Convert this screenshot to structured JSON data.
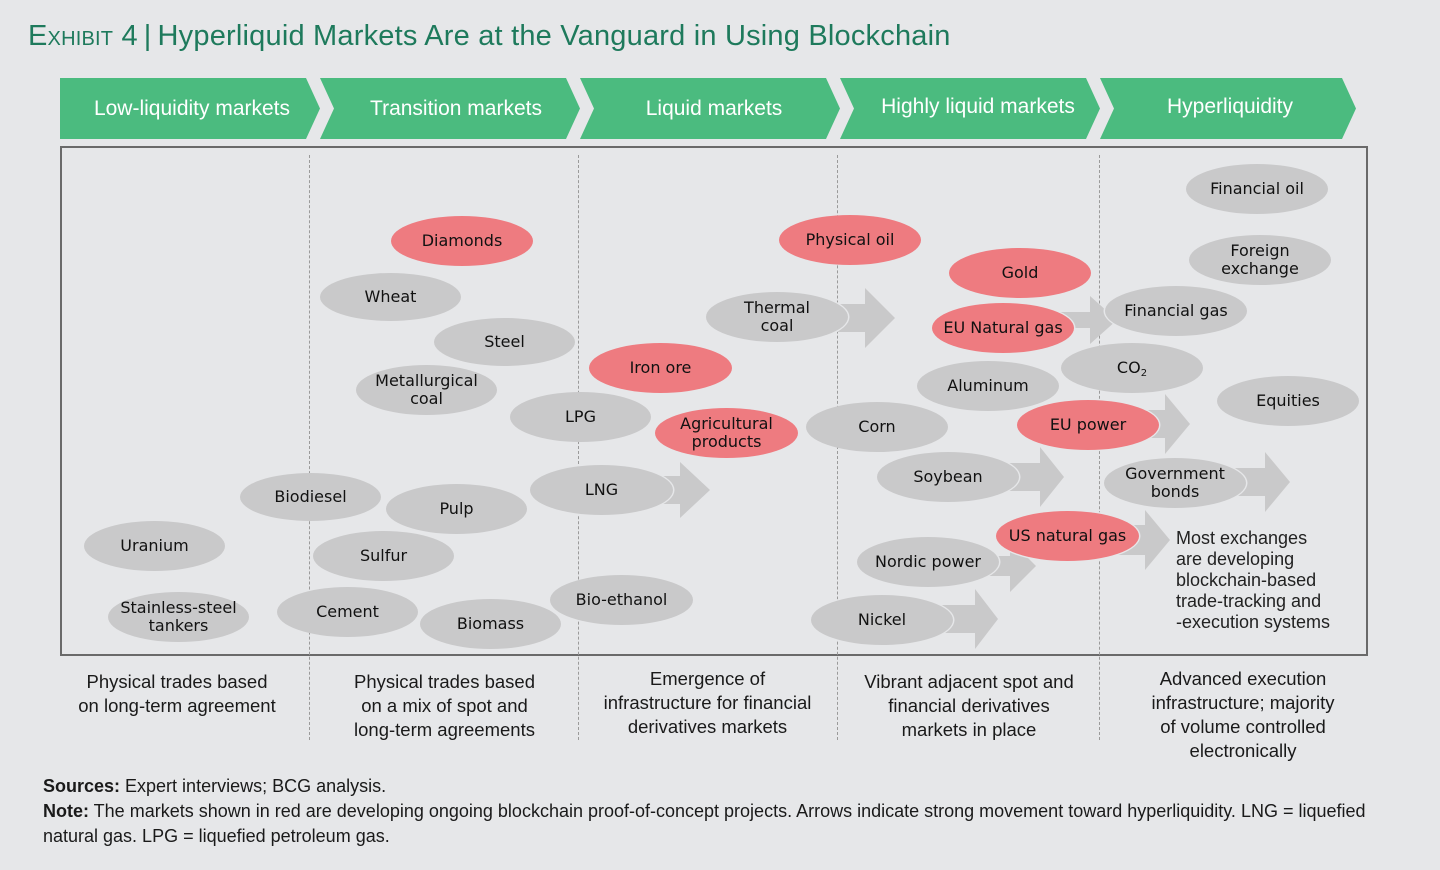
{
  "title": {
    "exhibit": "Exhibit 4",
    "separator": "|",
    "text": "Hyperliquid Markets Are at the Vanguard in Using Blockchain"
  },
  "colors": {
    "stage_green": "#4bbb7f",
    "title_green": "#1e7a5c",
    "pilot_red": "#ee7b80",
    "market_gray": "#c9c9ca",
    "arrow_gray": "#c9c9ca",
    "background": "#e6e7e9"
  },
  "stages": [
    {
      "label": "Low-liquidity markets",
      "description": "Physical trades based on long-term agreement"
    },
    {
      "label": "Transition markets",
      "description": "Physical trades based on a mix of spot and long-term agreements"
    },
    {
      "label": "Liquid markets",
      "description": "Emergence of infrastructure for financial derivatives markets"
    },
    {
      "label": "Highly liquid markets",
      "description": "Vibrant adjacent spot and financial derivatives markets in place"
    },
    {
      "label": "Hyperliquidity",
      "description": "Advanced execution infrastructure; majority of volume controlled electronically"
    }
  ],
  "descriptions": {
    "s0": [
      "Physical trades based",
      "on long-term agreement"
    ],
    "s1": [
      "Physical trades based",
      "on a mix of spot and",
      "long-term agreements"
    ],
    "s2": [
      "Emergence of",
      "infrastructure for financial",
      "derivatives markets"
    ],
    "s3": [
      "Vibrant adjacent spot and",
      "financial derivatives",
      "markets in place"
    ],
    "s4": [
      "Advanced execution",
      "infrastructure; majority",
      "of volume controlled",
      "electronically"
    ]
  },
  "markets": [
    {
      "name": "Uranium",
      "stage": "Low-liquidity markets",
      "blockchain_pilot": false,
      "arrow": false
    },
    {
      "name": "Stainless-steel tankers",
      "stage": "Low-liquidity markets",
      "blockchain_pilot": false,
      "arrow": false
    },
    {
      "name": "Biodiesel",
      "stage": "Low-liquidity / Transition",
      "blockchain_pilot": false,
      "arrow": false
    },
    {
      "name": "Cement",
      "stage": "Low-liquidity / Transition",
      "blockchain_pilot": false,
      "arrow": false
    },
    {
      "name": "Diamonds",
      "stage": "Transition markets",
      "blockchain_pilot": true,
      "arrow": false
    },
    {
      "name": "Wheat",
      "stage": "Transition markets",
      "blockchain_pilot": false,
      "arrow": false
    },
    {
      "name": "Steel",
      "stage": "Transition markets",
      "blockchain_pilot": false,
      "arrow": false
    },
    {
      "name": "Metallurgical coal",
      "stage": "Transition markets",
      "blockchain_pilot": false,
      "arrow": false
    },
    {
      "name": "Pulp",
      "stage": "Transition markets",
      "blockchain_pilot": false,
      "arrow": false
    },
    {
      "name": "Sulfur",
      "stage": "Transition markets",
      "blockchain_pilot": false,
      "arrow": false
    },
    {
      "name": "Biomass",
      "stage": "Transition markets",
      "blockchain_pilot": false,
      "arrow": false
    },
    {
      "name": "LPG",
      "stage": "Transition / Liquid",
      "blockchain_pilot": false,
      "arrow": false
    },
    {
      "name": "LNG",
      "stage": "Transition / Liquid",
      "blockchain_pilot": false,
      "arrow": true
    },
    {
      "name": "Bio-ethanol",
      "stage": "Transition / Liquid",
      "blockchain_pilot": false,
      "arrow": false
    },
    {
      "name": "Iron ore",
      "stage": "Liquid markets",
      "blockchain_pilot": true,
      "arrow": false
    },
    {
      "name": "Agricultural products",
      "stage": "Liquid markets",
      "blockchain_pilot": true,
      "arrow": false
    },
    {
      "name": "Thermal coal",
      "stage": "Liquid markets",
      "blockchain_pilot": false,
      "arrow": true
    },
    {
      "name": "Physical oil",
      "stage": "Liquid / Highly liquid",
      "blockchain_pilot": true,
      "arrow": false
    },
    {
      "name": "Corn",
      "stage": "Liquid / Highly liquid",
      "blockchain_pilot": false,
      "arrow": false
    },
    {
      "name": "Nickel",
      "stage": "Liquid / Highly liquid",
      "blockchain_pilot": false,
      "arrow": true
    },
    {
      "name": "Gold",
      "stage": "Highly liquid markets",
      "blockchain_pilot": true,
      "arrow": false
    },
    {
      "name": "EU Natural gas",
      "stage": "Highly liquid markets",
      "blockchain_pilot": true,
      "arrow": true
    },
    {
      "name": "Aluminum",
      "stage": "Highly liquid markets",
      "blockchain_pilot": false,
      "arrow": false
    },
    {
      "name": "Soybean",
      "stage": "Highly liquid markets",
      "blockchain_pilot": false,
      "arrow": true
    },
    {
      "name": "Nordic power",
      "stage": "Highly liquid markets",
      "blockchain_pilot": false,
      "arrow": true
    },
    {
      "name": "EU power",
      "stage": "Highly liquid / Hyperliquidity",
      "blockchain_pilot": true,
      "arrow": true
    },
    {
      "name": "US natural gas",
      "stage": "Highly liquid / Hyperliquidity",
      "blockchain_pilot": true,
      "arrow": true
    },
    {
      "name": "CO2",
      "stage": "Highly liquid / Hyperliquidity",
      "blockchain_pilot": false,
      "arrow": false
    },
    {
      "name": "Financial gas",
      "stage": "Hyperliquidity",
      "blockchain_pilot": false,
      "arrow": false
    },
    {
      "name": "Government bonds",
      "stage": "Hyperliquidity",
      "blockchain_pilot": false,
      "arrow": true
    },
    {
      "name": "Financial oil",
      "stage": "Hyperliquidity",
      "blockchain_pilot": false,
      "arrow": false
    },
    {
      "name": "Foreign exchange",
      "stage": "Hyperliquidity",
      "blockchain_pilot": false,
      "arrow": false
    },
    {
      "name": "Equities",
      "stage": "Hyperliquidity",
      "blockchain_pilot": false,
      "arrow": false
    }
  ],
  "labels": {
    "uranium": "Uranium",
    "tankers_1": "Stainless-steel",
    "tankers_2": "tankers",
    "biodiesel": "Biodiesel",
    "cement": "Cement",
    "diamonds": "Diamonds",
    "wheat": "Wheat",
    "steel": "Steel",
    "metcoal_1": "Metallurgical",
    "metcoal_2": "coal",
    "pulp": "Pulp",
    "sulfur": "Sulfur",
    "biomass": "Biomass",
    "lpg": "LPG",
    "lng": "LNG",
    "bioethanol": "Bio-ethanol",
    "ironore": "Iron ore",
    "agri_1": "Agricultural",
    "agri_2": "products",
    "thermal_1": "Thermal",
    "thermal_2": "coal",
    "physoil": "Physical oil",
    "corn": "Corn",
    "nickel": "Nickel",
    "gold": "Gold",
    "eugas": "EU Natural gas",
    "aluminum": "Aluminum",
    "soybean": "Soybean",
    "nordic": "Nordic power",
    "eupower": "EU power",
    "usgas": "US natural gas",
    "co2_base": "CO",
    "co2_sub": "2",
    "fingas": "Financial gas",
    "govbonds_1": "Government",
    "govbonds_2": "bonds",
    "finoil": "Financial oil",
    "fx_1": "Foreign",
    "fx_2": "exchange",
    "equities": "Equities"
  },
  "callout": {
    "lines": [
      "Most exchanges",
      "are developing",
      "blockchain-based",
      "trade-tracking and",
      "-execution systems"
    ]
  },
  "footer": {
    "sources_label": "Sources:",
    "sources_text": " Expert interviews; BCG analysis.",
    "note_label": "Note:",
    "note_text": " The markets shown in red are developing ongoing blockchain proof-of-concept projects. Arrows indicate strong movement toward hyperliquidity. LNG = liquefied natural gas. LPG = liquefied petroleum gas."
  }
}
